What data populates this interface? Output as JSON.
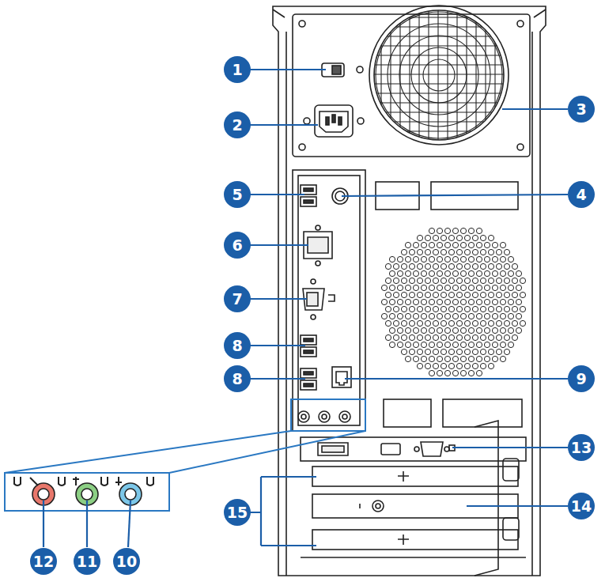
{
  "diagram": {
    "labels": [
      "1",
      "2",
      "3",
      "5",
      "4",
      "6",
      "7",
      "8",
      "8",
      "9",
      "13",
      "14",
      "15",
      "12",
      "11",
      "10"
    ]
  }
}
